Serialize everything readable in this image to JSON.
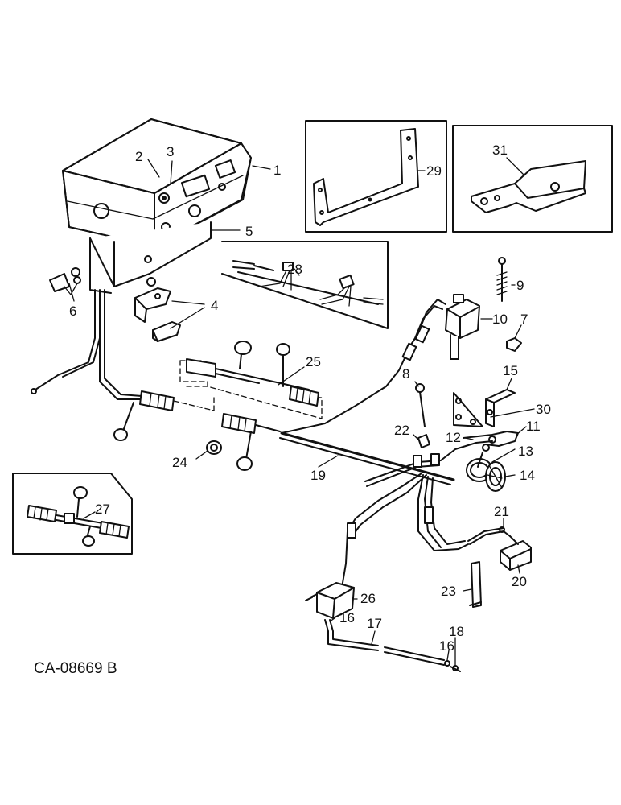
{
  "drawing_code": "CA-08669 B",
  "callouts": [
    "1",
    "2",
    "3",
    "4",
    "5",
    "6",
    "7",
    "8",
    "9",
    "10",
    "11",
    "12",
    "13",
    "14",
    "15",
    "16",
    "16",
    "17",
    "18",
    "19",
    "20",
    "21",
    "22",
    "23",
    "24",
    "25",
    "26",
    "27",
    "28",
    "29",
    "30",
    "31"
  ]
}
